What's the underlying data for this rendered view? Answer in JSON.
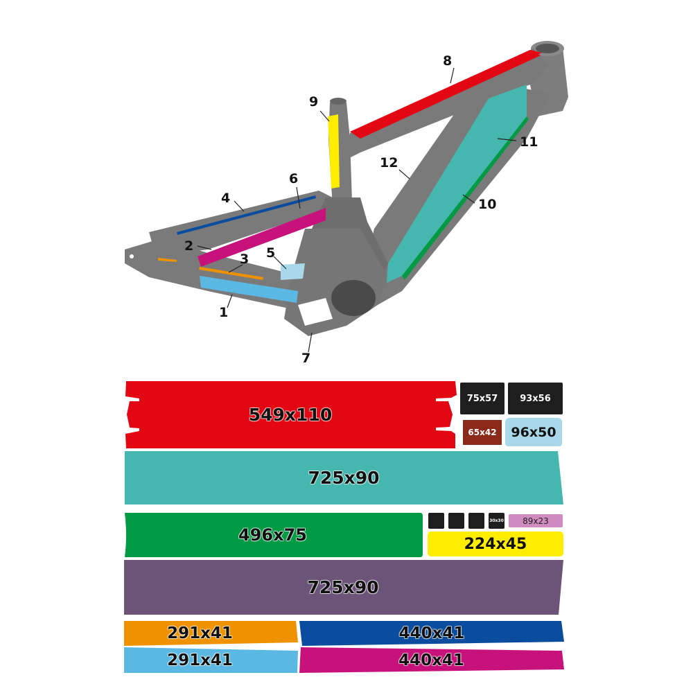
{
  "diagram": {
    "subject": "E-MTB frame protection sticker kit",
    "frame_color": "#7a7a7a",
    "callouts": [
      {
        "id": "1",
        "label": "1",
        "part": "chainstay underside",
        "color": "#5bb8e3"
      },
      {
        "id": "2",
        "label": "2",
        "part": "seat stay lower",
        "color": "#c8127b"
      },
      {
        "id": "3",
        "label": "3",
        "part": "chainstay top",
        "color": "#ef9200"
      },
      {
        "id": "4",
        "label": "4",
        "part": "seat stay top",
        "color": "#0a4d9e"
      },
      {
        "id": "5",
        "label": "5",
        "part": "chainstay yoke",
        "color": "#a8d8ea"
      },
      {
        "id": "6",
        "label": "6",
        "part": "seat stay inner",
        "color": "#6b5478"
      },
      {
        "id": "7",
        "label": "7",
        "part": "motor guard",
        "color": "#1e1e1e"
      },
      {
        "id": "8",
        "label": "8",
        "part": "top tube",
        "color": "#e30613"
      },
      {
        "id": "9",
        "label": "9",
        "part": "seat tube",
        "color": "#ffed00"
      },
      {
        "id": "10",
        "label": "10",
        "part": "down tube side",
        "color": "#009a44"
      },
      {
        "id": "11",
        "label": "11",
        "part": "down tube",
        "color": "#45b7ae"
      },
      {
        "id": "12",
        "label": "12",
        "part": "down tube mount",
        "color": "#8b2a1a"
      }
    ]
  },
  "stickers": [
    {
      "id": "red-549",
      "label": "549x110",
      "color": "#e30613"
    },
    {
      "id": "black-75",
      "label": "75x57",
      "color": "#1e1e1e"
    },
    {
      "id": "black-93",
      "label": "93x56",
      "color": "#1e1e1e"
    },
    {
      "id": "brown-65",
      "label": "65x42",
      "color": "#8b2a1a"
    },
    {
      "id": "lightblue-96",
      "label": "96x50",
      "color": "#a8d8ea"
    },
    {
      "id": "teal-725",
      "label": "725x90",
      "color": "#45b7ae"
    },
    {
      "id": "green-496",
      "label": "496x75",
      "color": "#009a44"
    },
    {
      "id": "black-sq-1",
      "label": "",
      "color": "#1e1e1e"
    },
    {
      "id": "black-sq-2",
      "label": "",
      "color": "#1e1e1e"
    },
    {
      "id": "black-sq-3",
      "label": "",
      "color": "#1e1e1e"
    },
    {
      "id": "black-sq-4",
      "label": "30x30",
      "color": "#1e1e1e"
    },
    {
      "id": "pink-89",
      "label": "89x23",
      "color": "#d08cc0"
    },
    {
      "id": "yellow-224",
      "label": "224x45",
      "color": "#ffed00"
    },
    {
      "id": "purple-725",
      "label": "725x90",
      "color": "#6b5478"
    },
    {
      "id": "orange-291",
      "label": "291x41",
      "color": "#ef9200"
    },
    {
      "id": "navy-440",
      "label": "440x41",
      "color": "#0a4d9e"
    },
    {
      "id": "skyblue-291",
      "label": "291x41",
      "color": "#5bb8e3"
    },
    {
      "id": "magenta-440",
      "label": "440x41",
      "color": "#c8127b"
    }
  ]
}
